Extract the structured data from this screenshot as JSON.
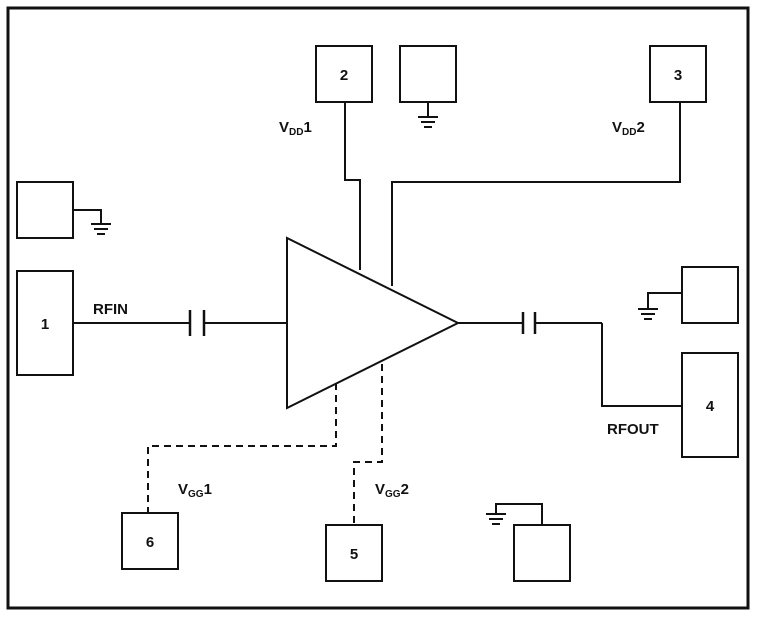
{
  "pads": {
    "p1": "1",
    "p2": "2",
    "p3": "3",
    "p4": "4",
    "p5": "5",
    "p6": "6"
  },
  "labels": {
    "rfin": "RFIN",
    "rfout": "RFOUT",
    "vdd1": {
      "main": "V",
      "sub": "DD",
      "num": "1"
    },
    "vdd2": {
      "main": "V",
      "sub": "DD",
      "num": "2"
    },
    "vgg1": {
      "main": "V",
      "sub": "GG",
      "num": "1"
    },
    "vgg2": {
      "main": "V",
      "sub": "GG",
      "num": "2"
    }
  },
  "icons": [
    "ground-icon",
    "capacitor-icon",
    "amplifier-triangle"
  ]
}
